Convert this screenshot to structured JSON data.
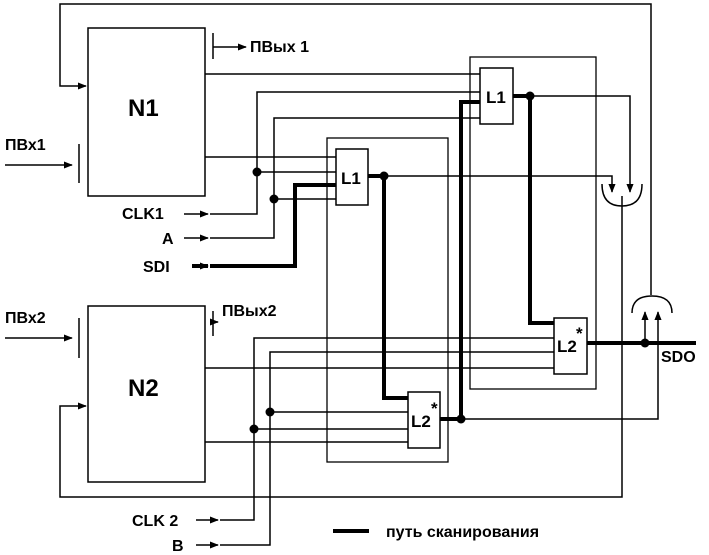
{
  "blocks": {
    "n1": "N1",
    "n2": "N2",
    "l1_left": "L1",
    "l1_right": "L1",
    "l2_left": "L2",
    "l2_right": "L2",
    "star": "*"
  },
  "signals": {
    "pvx1": "ПВх1",
    "pvx2": "ПВх2",
    "pvyx1": "ПВых 1",
    "pvyx2": "ПВых2",
    "clk1": "CLK1",
    "clk2": "CLK 2",
    "a": "A",
    "b": "B",
    "sdi": "SDI",
    "sdo": "SDO"
  },
  "legend": {
    "scan_path": "путь сканирования"
  }
}
